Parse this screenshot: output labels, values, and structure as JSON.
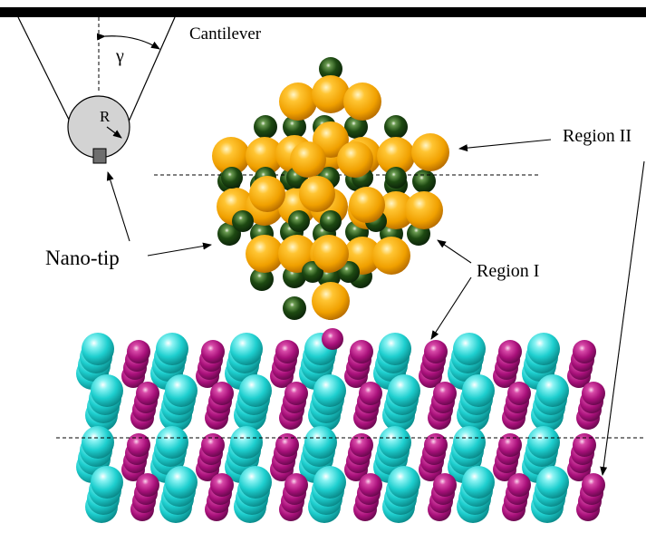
{
  "labels": {
    "cantilever": "Cantilever",
    "angle": "γ",
    "radius": "R",
    "nano_tip": "Nano-tip",
    "region_two": "Region II",
    "region_one": "Region I"
  },
  "colors": {
    "gold_atom": "#f5a800",
    "green_atom": "#1e4a12",
    "cyan_atom": "#1ecfcf",
    "magenta_atom": "#a8107a",
    "sphere_gray": "#d3d3d3",
    "tip_gray": "#6e6e6e"
  }
}
